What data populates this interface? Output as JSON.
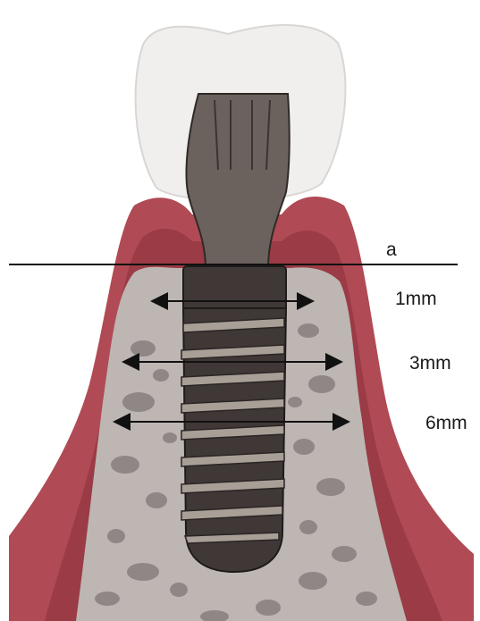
{
  "labels": {
    "reference_line": "a",
    "distance_1": "1mm",
    "distance_2": "3mm",
    "distance_3": "6mm"
  },
  "colors": {
    "crown": "#f1efee",
    "crown_stroke": "#d9d6d4",
    "gingiva_outer": "#b04a54",
    "gingiva_inner": "#9a3b45",
    "bone": "#bdb6b3",
    "bone_spots": "#8e8785",
    "abutment": "#6b625d",
    "implant_body": "#3f3836",
    "threads": "#a89f97",
    "lines": "#111111"
  },
  "icons": {
    "crown": "tooth-crown-icon",
    "abutment": "abutment-icon",
    "implant": "implant-screw-icon"
  }
}
